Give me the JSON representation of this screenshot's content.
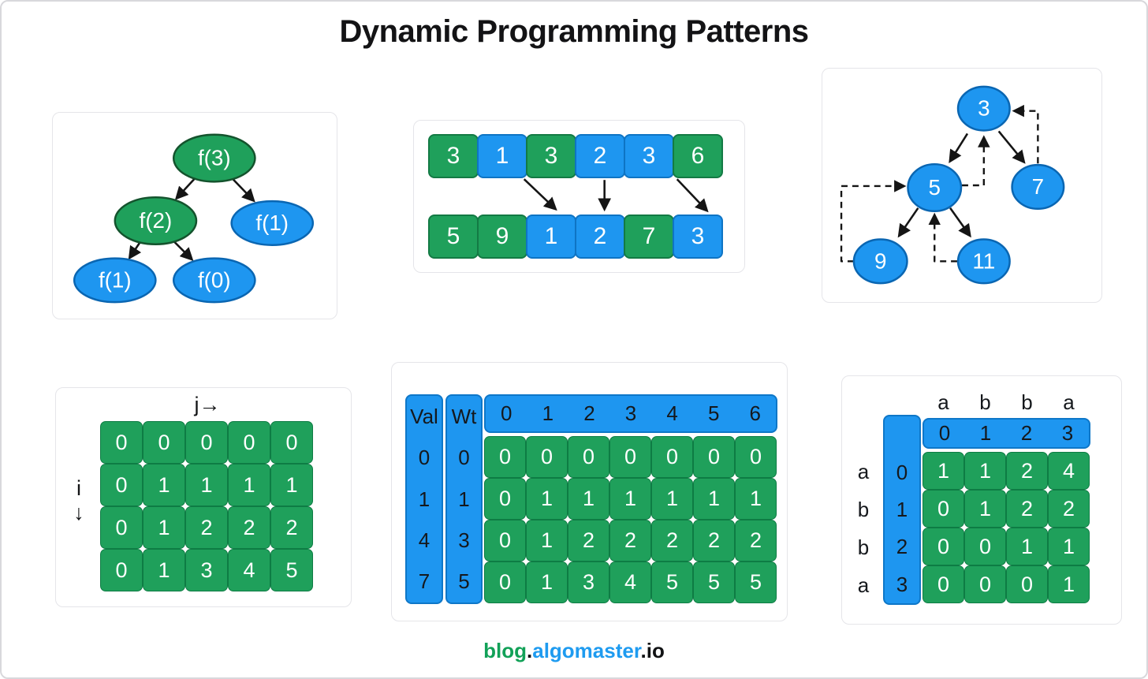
{
  "title": "Dynamic Programming Patterns",
  "footer": {
    "blog": "blog",
    "dot1": ".",
    "algomaster": "algomaster",
    "dot2": ".",
    "io": "io"
  },
  "palette": {
    "green": "#1FA05B",
    "blue": "#1E96F0",
    "footer_green": "#12A158",
    "footer_blue": "#1E9BF0",
    "dark": "#111214"
  },
  "recursion_tree": {
    "nodes": [
      {
        "label": "f(3)",
        "color": "green"
      },
      {
        "label": "f(2)",
        "color": "green"
      },
      {
        "label": "f(1)",
        "color": "blue"
      },
      {
        "label": "f(1)",
        "color": "blue"
      },
      {
        "label": "f(0)",
        "color": "blue"
      }
    ]
  },
  "arrays": {
    "top": [
      {
        "v": "3",
        "c": "green"
      },
      {
        "v": "1",
        "c": "blue"
      },
      {
        "v": "3",
        "c": "green"
      },
      {
        "v": "2",
        "c": "blue"
      },
      {
        "v": "3",
        "c": "blue"
      },
      {
        "v": "6",
        "c": "green"
      }
    ],
    "bottom": [
      {
        "v": "5",
        "c": "green"
      },
      {
        "v": "9",
        "c": "green"
      },
      {
        "v": "1",
        "c": "blue"
      },
      {
        "v": "2",
        "c": "blue"
      },
      {
        "v": "7",
        "c": "green"
      },
      {
        "v": "3",
        "c": "blue"
      }
    ]
  },
  "memo_tree": {
    "nodes": [
      {
        "label": "3"
      },
      {
        "label": "5"
      },
      {
        "label": "7"
      },
      {
        "label": "9"
      },
      {
        "label": "11"
      }
    ]
  },
  "dp_grid": {
    "col_label": "j→",
    "row_label": "i",
    "row_arrow": "↓",
    "rows": [
      [
        "0",
        "0",
        "0",
        "0",
        "0"
      ],
      [
        "0",
        "1",
        "1",
        "1",
        "1"
      ],
      [
        "0",
        "1",
        "2",
        "2",
        "2"
      ],
      [
        "0",
        "1",
        "3",
        "4",
        "5"
      ]
    ]
  },
  "knapsack": {
    "val_header": "Val",
    "wt_header": "Wt",
    "val": [
      "0",
      "1",
      "4",
      "7"
    ],
    "wt": [
      "0",
      "1",
      "3",
      "5"
    ],
    "capacities": [
      "0",
      "1",
      "2",
      "3",
      "4",
      "5",
      "6"
    ],
    "rows": [
      [
        "0",
        "0",
        "0",
        "0",
        "0",
        "0",
        "0"
      ],
      [
        "0",
        "1",
        "1",
        "1",
        "1",
        "1",
        "1"
      ],
      [
        "0",
        "1",
        "2",
        "2",
        "2",
        "2",
        "2"
      ],
      [
        "0",
        "1",
        "3",
        "4",
        "5",
        "5",
        "5"
      ]
    ]
  },
  "lcs": {
    "top_letters": [
      "a",
      "b",
      "b",
      "a"
    ],
    "left_letters": [
      "a",
      "b",
      "b",
      "a"
    ],
    "col_idx": [
      "0",
      "1",
      "2",
      "3"
    ],
    "row_idx": [
      "0",
      "1",
      "2",
      "3"
    ],
    "rows": [
      [
        "1",
        "1",
        "2",
        "4"
      ],
      [
        "0",
        "1",
        "2",
        "2"
      ],
      [
        "0",
        "0",
        "1",
        "1"
      ],
      [
        "0",
        "0",
        "0",
        "1"
      ]
    ]
  }
}
